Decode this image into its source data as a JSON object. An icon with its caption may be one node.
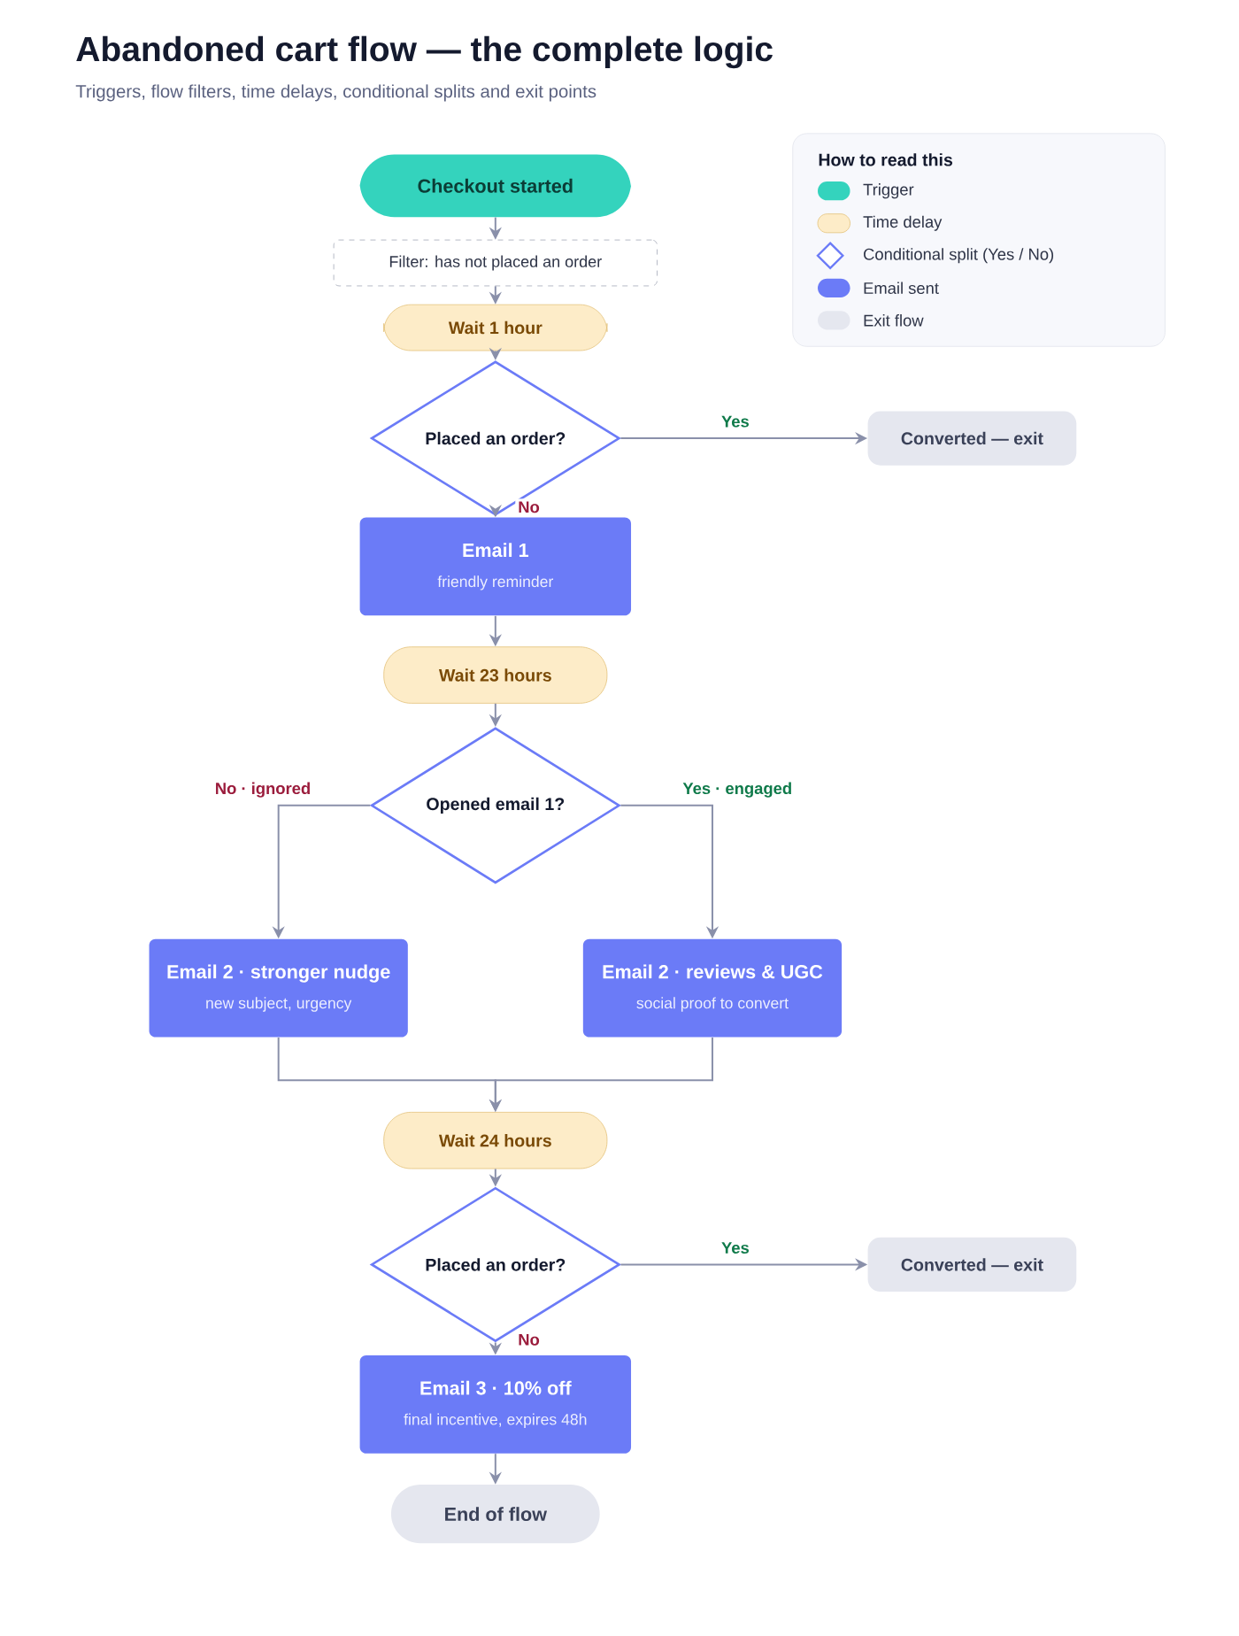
{
  "diagram": {
    "title": "Abandoned cart flow — the complete logic",
    "caption": "Triggers, flow filters, time delays, conditional splits and exit points",
    "nodes": [
      {
        "text": [
          "Checkout started"
        ]
      },
      {
        "text": [
          "Filter: has not placed an order"
        ]
      },
      {
        "text": [
          "Wait 1 hour"
        ]
      },
      {
        "text": [
          "Placed an order?"
        ]
      },
      {
        "text": [
          "Converted — exit"
        ]
      },
      {
        "text": [
          "Email 1",
          "friendly reminder"
        ]
      },
      {
        "text": [
          "Wait 23 hours"
        ]
      },
      {
        "text": [
          "Opened email 1?"
        ]
      },
      {
        "text": [
          "Email 2 · stronger nudge",
          "new subject, urgency"
        ]
      },
      {
        "text": [
          "Email 2 · reviews & UGC",
          "social proof to convert"
        ]
      },
      {
        "text": [
          "Wait 24 hours"
        ]
      },
      {
        "text": [
          "Placed an order?"
        ]
      },
      {
        "text": [
          "Converted — exit"
        ]
      },
      {
        "text": [
          "Email 3 · 10% off",
          "final incentive, expires 48h"
        ]
      },
      {
        "text": [
          "End of flow"
        ]
      }
    ],
    "edges": [
      {
        "from": 0,
        "to": 1,
        "arrow": "to"
      },
      {
        "from": 1,
        "to": 2,
        "arrow": "to"
      },
      {
        "from": 2,
        "to": 3,
        "arrow": "to"
      },
      {
        "from": 3,
        "to": 4,
        "arrow": "to",
        "label": "Yes"
      },
      {
        "from": 3,
        "to": 5,
        "arrow": "to",
        "label": "No"
      },
      {
        "from": 5,
        "to": 6,
        "arrow": "to"
      },
      {
        "from": 6,
        "to": 7,
        "arrow": "to"
      },
      {
        "from": 7,
        "to": 8,
        "arrow": "to",
        "label": "No · ignored"
      },
      {
        "from": 7,
        "to": 9,
        "arrow": "to",
        "label": "Yes · engaged"
      },
      {
        "from": 8,
        "to": 10,
        "arrow": "to"
      },
      {
        "from": 9,
        "to": 10,
        "arrow": "to"
      },
      {
        "from": 10,
        "to": 11,
        "arrow": "to"
      },
      {
        "from": 11,
        "to": 12,
        "arrow": "to",
        "label": "Yes"
      },
      {
        "from": 11,
        "to": 13,
        "arrow": "to",
        "label": "No"
      },
      {
        "from": 13,
        "to": 14,
        "arrow": "to"
      }
    ],
    "labels": [
      "How to read this"
    ],
    "legend": [
      {
        "text": "Trigger",
        "color": "#34d3bd"
      },
      {
        "text": "Time delay",
        "color": "#fdecc8"
      },
      {
        "text": "Conditional split (Yes / No)"
      },
      {
        "text": "Email sent",
        "color": "#6b7bf7"
      },
      {
        "text": "Exit flow",
        "color": "#e5e7ef"
      }
    ]
  }
}
